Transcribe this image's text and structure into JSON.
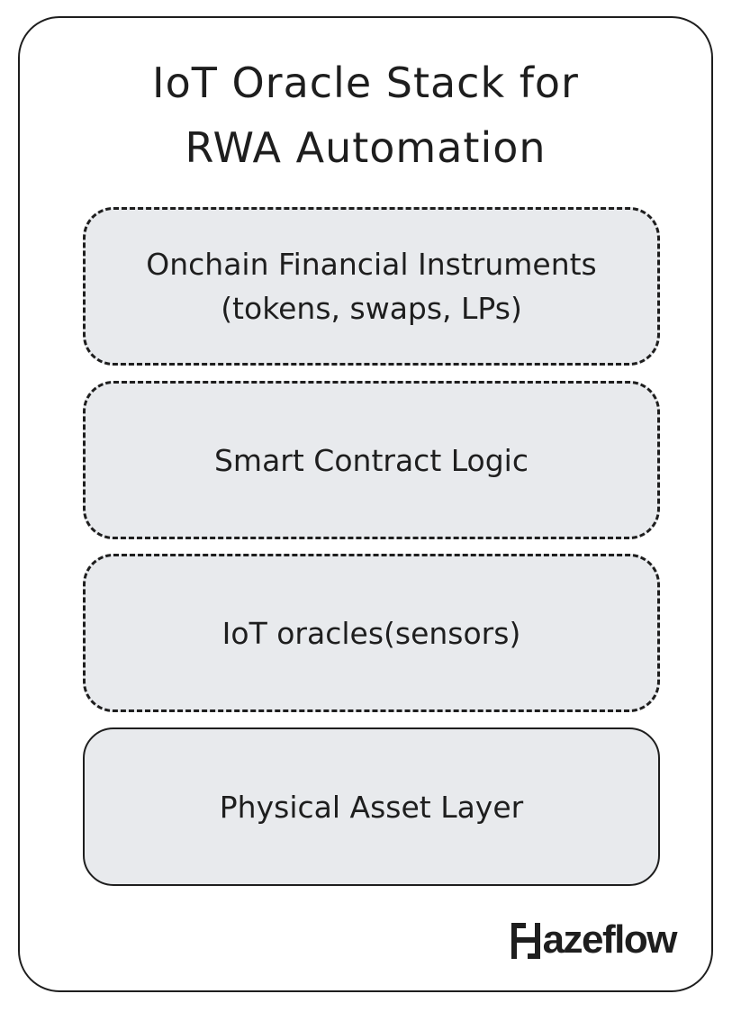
{
  "diagram": {
    "title_lines": [
      "IoT Oracle Stack for",
      "RWA Automation"
    ],
    "layers": [
      {
        "lines": [
          "Onchain Financial Instruments",
          "(tokens, swaps, LPs)"
        ],
        "style": "dashed"
      },
      {
        "lines": [
          "Smart Contract Logic"
        ],
        "style": "dashed"
      },
      {
        "lines": [
          "IoT oracles(sensors)"
        ],
        "style": "dashed"
      },
      {
        "lines": [
          "Physical Asset Layer"
        ],
        "style": "solid"
      }
    ],
    "layer_fill": "#e8eaed",
    "stroke": "#1e1e1e"
  },
  "brand": {
    "logo_text": "Hazeflow"
  }
}
